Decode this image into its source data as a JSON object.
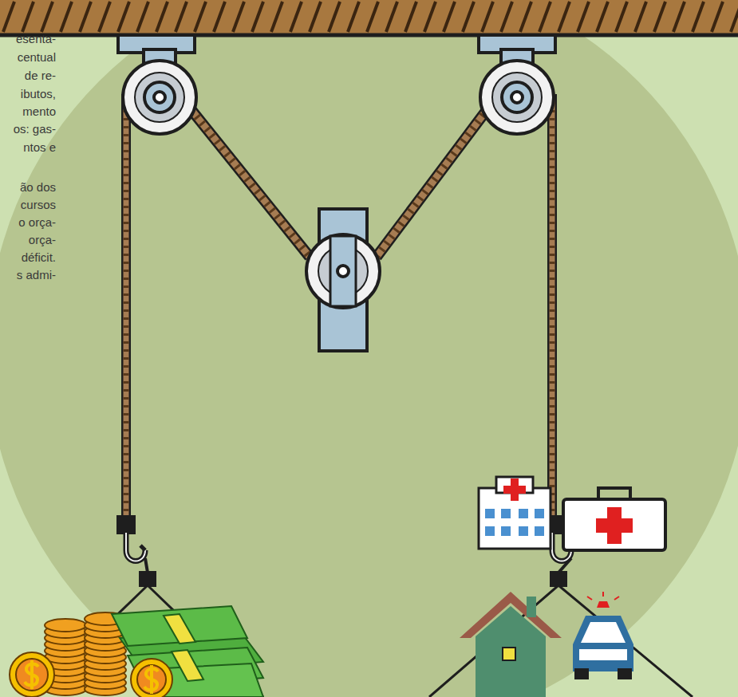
{
  "diagram": {
    "labels": [
      "esenta-",
      "centual",
      "de re-",
      "ibutos,",
      "mento",
      "os: gas-",
      "ntos e",
      "ão dos",
      "cursos",
      "o orça-",
      "orça-",
      "déficit.",
      "s admi-"
    ]
  }
}
